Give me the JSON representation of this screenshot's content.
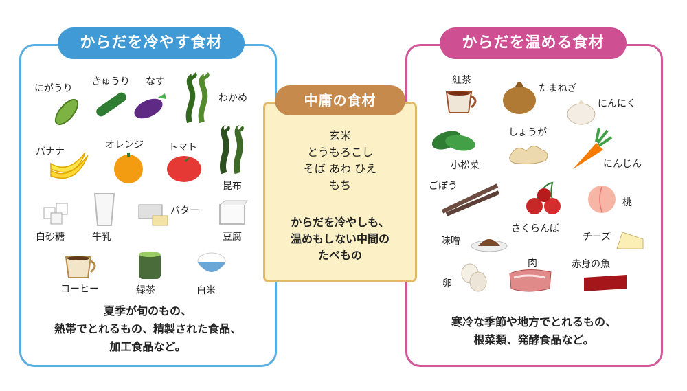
{
  "cool": {
    "title": "からだを冷やす食材",
    "items": [
      "にがうり",
      "きゅうり",
      "なす",
      "わかめ",
      "バナナ",
      "オレンジ",
      "トマト",
      "昆布",
      "白砂糖",
      "牛乳",
      "バター",
      "豆腐",
      "コーヒー",
      "緑茶",
      "白米"
    ],
    "note_lines": [
      "夏季が旬のもの、",
      "熱帯でとれるもの、精製された食品、",
      "加工食品など。"
    ]
  },
  "neutral": {
    "title": "中庸の食材",
    "items": [
      "玄米",
      "とうもろこし",
      "そば あわ ひえ",
      "もち"
    ],
    "note_lines": [
      "からだを冷やしも、",
      "温めもしない中間の",
      "たべもの"
    ]
  },
  "warm": {
    "title": "からだを温める食材",
    "items": [
      "紅茶",
      "たまねぎ",
      "にんにく",
      "小松菜",
      "しょうが",
      "にんじん",
      "ごぼう",
      "さくらんぼ",
      "桃",
      "味噌",
      "チーズ",
      "卵",
      "肉",
      "赤身の魚"
    ],
    "note_lines": [
      "寒冷な季節や地方でとれるもの、",
      "根菜類、発酵食品など。"
    ]
  },
  "colors": {
    "cool": "#3f9ad6",
    "warm": "#cf4f93",
    "neutral": "#c78a4d",
    "neutral_bg": "#fbf0c6"
  }
}
